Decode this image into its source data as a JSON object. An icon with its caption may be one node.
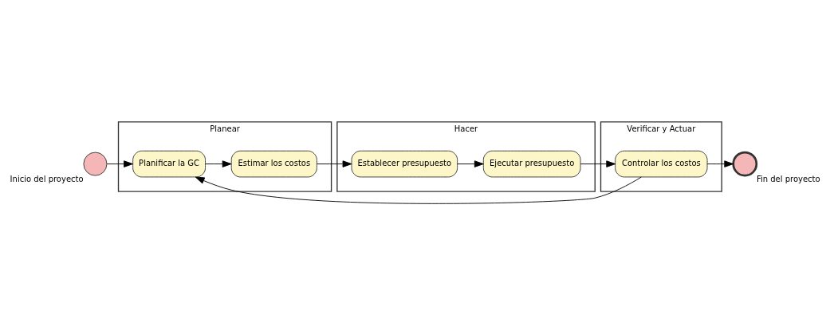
{
  "diagram": {
    "nodes": [
      {
        "text": [],
        "shape": "circle",
        "beside": [
          "Inicio del proyecto"
        ]
      },
      {
        "text": [
          "Planear"
        ]
      },
      {
        "text": [
          "Hacer"
        ]
      },
      {
        "text": [
          "Verificar y Actuar"
        ]
      },
      {
        "text": [
          "Planificar la GC"
        ],
        "in": 1
      },
      {
        "text": [
          "Estimar los costos"
        ],
        "in": 1
      },
      {
        "text": [
          "Establecer presupuesto"
        ],
        "in": 2
      },
      {
        "text": [
          "Ejecutar presupuesto"
        ],
        "in": 2
      },
      {
        "text": [
          "Controlar los costos"
        ],
        "in": 3
      },
      {
        "text": [],
        "shape": "circle",
        "beside": [
          "Fin del proyecto"
        ]
      }
    ],
    "edges": [
      {
        "from": 0,
        "to": 4,
        "arrow": "to"
      },
      {
        "from": 4,
        "to": 5,
        "arrow": "to"
      },
      {
        "from": 5,
        "to": 6,
        "arrow": "to"
      },
      {
        "from": 6,
        "to": 7,
        "arrow": "to"
      },
      {
        "from": 7,
        "to": 8,
        "arrow": "to"
      },
      {
        "from": 8,
        "to": 4,
        "arrow": "to"
      },
      {
        "from": 8,
        "to": 9,
        "arrow": "to"
      }
    ]
  }
}
